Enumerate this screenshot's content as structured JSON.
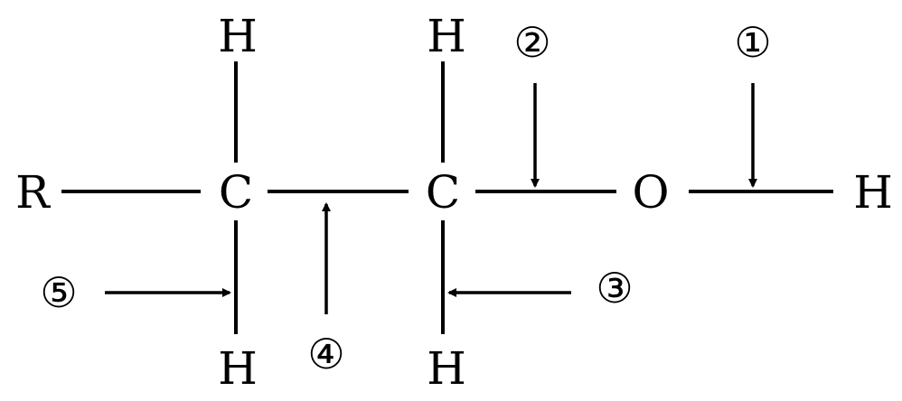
{
  "atoms": {
    "R": "R",
    "C1": "C",
    "C2": "C",
    "O": "O",
    "H_OH": "H",
    "H_C1_top": "H",
    "H_C1_bottom": "H",
    "H_C2_top": "H",
    "H_C2_bottom": "H"
  },
  "bond_labels": {
    "label1": "①",
    "label2": "②",
    "label3": "③",
    "label4": "④",
    "label5": "⑤"
  }
}
